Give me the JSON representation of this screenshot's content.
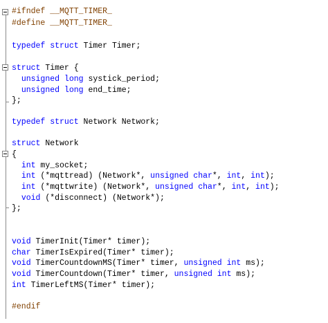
{
  "editor": {
    "colors": {
      "background": "#ffffff",
      "text": "#000000",
      "keyword": "#0000ff",
      "preprocessor": "#804000",
      "fold_marker": "#808080"
    },
    "fold_icon": "minus-box-icon",
    "lines": {
      "l1": {
        "a": "#ifndef",
        "b": " __MQTT_TIMER_"
      },
      "l2": {
        "a": "#define",
        "b": " __MQTT_TIMER_"
      },
      "l4": {
        "k1": "typedef",
        "s1": " ",
        "k2": "struct",
        "r": " Timer Timer;"
      },
      "l6": {
        "k": "struct",
        "r": " Timer {"
      },
      "l7": {
        "ind": "  ",
        "k1": "unsigned",
        "s": " ",
        "k2": "long",
        "r": " systick_period;"
      },
      "l8": {
        "ind": "  ",
        "k1": "unsigned",
        "s": " ",
        "k2": "long",
        "r": " end_time;"
      },
      "l9": {
        "r": "};"
      },
      "l11": {
        "k1": "typedef",
        "s1": " ",
        "k2": "struct",
        "r": " Network Network;"
      },
      "l13": {
        "k": "struct",
        "r": " Network"
      },
      "l14": {
        "r": "{"
      },
      "l15": {
        "ind": "  ",
        "k": "int",
        "r": " my_socket;"
      },
      "l16": {
        "ind": "  ",
        "k1": "int",
        "r1": " (*mqttread) (Network*, ",
        "k2": "unsigned",
        "s2": " ",
        "k3": "char",
        "r2": "*, ",
        "k4": "int",
        "r3": ", ",
        "k5": "int",
        "r4": ");"
      },
      "l17": {
        "ind": "  ",
        "k1": "int",
        "r1": " (*mqttwrite) (Network*, ",
        "k2": "unsigned",
        "s2": " ",
        "k3": "char",
        "r2": "*, ",
        "k4": "int",
        "r3": ", ",
        "k5": "int",
        "r4": ");"
      },
      "l18": {
        "ind": "  ",
        "k": "void",
        "r": " (*disconnect) (Network*);"
      },
      "l19": {
        "r": "};"
      },
      "l22": {
        "k": "void",
        "r": " TimerInit(Timer* timer);"
      },
      "l23": {
        "k": "char",
        "r": " TimerIsExpired(Timer* timer);"
      },
      "l24": {
        "k1": "void",
        "r1": " TimerCountdownMS(Timer* timer, ",
        "k2": "unsigned",
        "s": " ",
        "k3": "int",
        "r2": " ms);"
      },
      "l25": {
        "k1": "void",
        "r1": " TimerCountdown(Timer* timer, ",
        "k2": "unsigned",
        "s": " ",
        "k3": "int",
        "r2": " ms);"
      },
      "l26": {
        "k": "int",
        "r": " TimerLeftMS(Timer* timer);"
      },
      "l28": {
        "a": "#endif"
      }
    }
  }
}
